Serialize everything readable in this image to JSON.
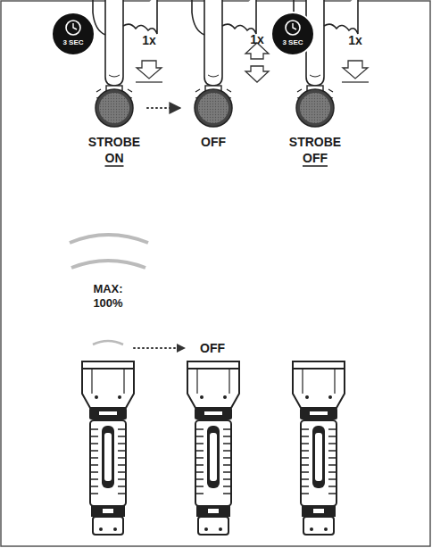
{
  "diagram": {
    "nodes": [
      {
        "text": [
          "STROBE ON"
        ]
      },
      {
        "text": [
          "OFF"
        ]
      },
      {
        "text": [
          "STROBE OFF"
        ]
      }
    ],
    "edges": [
      {
        "from": 0,
        "to": 1,
        "arrow": "to"
      }
    ],
    "labels": [
      "3 SEC",
      "1x",
      "1x",
      "3 SEC",
      "1x",
      "MAX: 100%",
      "OFF"
    ]
  }
}
